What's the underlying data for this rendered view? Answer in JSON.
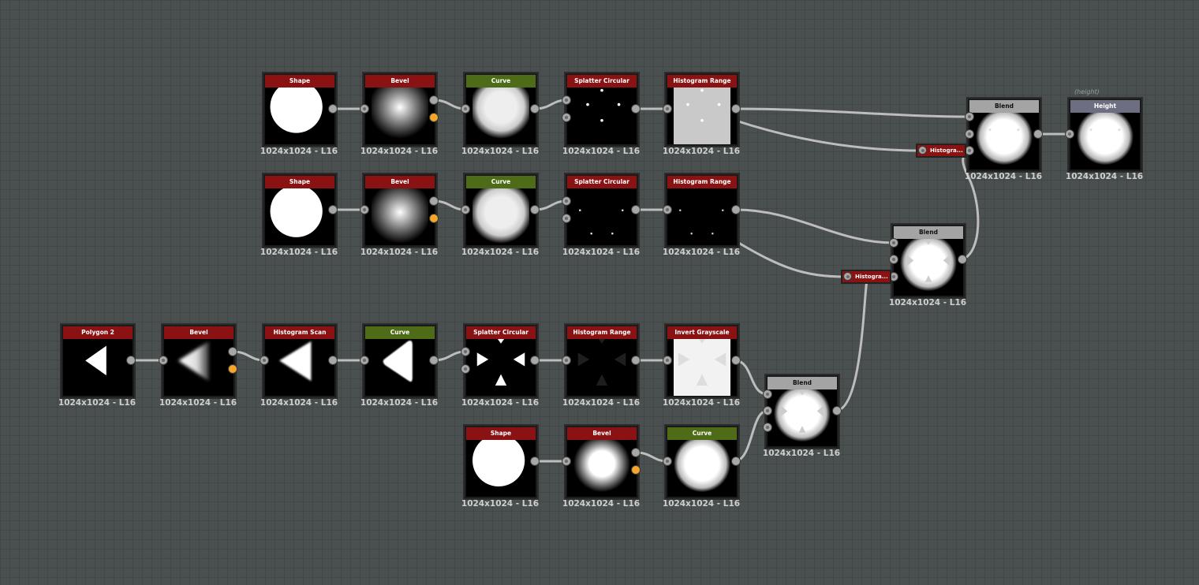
{
  "resolution": "1024x1024 - L16",
  "colors": {
    "red_header": "#8b1212",
    "green_header": "#4e6c18",
    "gray_header": "#a4a4a4",
    "output_header": "#6e6e82",
    "orange_port": "#f5a62b"
  },
  "nodes": {
    "r1_shape": {
      "label": "Shape",
      "res": "1024x1024 - L16"
    },
    "r1_bevel": {
      "label": "Bevel",
      "res": "1024x1024 - L16"
    },
    "r1_curve": {
      "label": "Curve",
      "res": "1024x1024 - L16"
    },
    "r1_splatter": {
      "label": "Splatter Circular",
      "res": "1024x1024 - L16"
    },
    "r1_histo": {
      "label": "Histogram Range",
      "res": "1024x1024 - L16"
    },
    "r2_shape": {
      "label": "Shape",
      "res": "1024x1024 - L16"
    },
    "r2_bevel": {
      "label": "Bevel",
      "res": "1024x1024 - L16"
    },
    "r2_curve": {
      "label": "Curve",
      "res": "1024x1024 - L16"
    },
    "r2_splatter": {
      "label": "Splatter Circular",
      "res": "1024x1024 - L16"
    },
    "r2_histo": {
      "label": "Histogram Range",
      "res": "1024x1024 - L16"
    },
    "r3_polygon": {
      "label": "Polygon 2",
      "res": "1024x1024 - L16"
    },
    "r3_bevel": {
      "label": "Bevel",
      "res": "1024x1024 - L16"
    },
    "r3_histoscan": {
      "label": "Histogram Scan",
      "res": "1024x1024 - L16"
    },
    "r3_curve": {
      "label": "Curve",
      "res": "1024x1024 - L16"
    },
    "r3_splatter": {
      "label": "Splatter Circular",
      "res": "1024x1024 - L16"
    },
    "r3_histo": {
      "label": "Histogram Range",
      "res": "1024x1024 - L16"
    },
    "r3_invert": {
      "label": "Invert Grayscale",
      "res": "1024x1024 - L16"
    },
    "r4_shape": {
      "label": "Shape",
      "res": "1024x1024 - L16"
    },
    "r4_bevel": {
      "label": "Bevel",
      "res": "1024x1024 - L16"
    },
    "r4_curve": {
      "label": "Curve",
      "res": "1024x1024 - L16"
    },
    "blend_low": {
      "label": "Blend",
      "res": "1024x1024 - L16"
    },
    "blend_mid": {
      "label": "Blend",
      "res": "1024x1024 - L16"
    },
    "blend_top": {
      "label": "Blend",
      "res": "1024x1024 - L16"
    },
    "output_height": {
      "label": "Height",
      "res": "1024x1024 - L16",
      "usage": "(height)"
    }
  },
  "mini_nodes": {
    "histo_mini_top": {
      "label": "Histogra..."
    },
    "histo_mini_mid": {
      "label": "Histogra..."
    }
  }
}
